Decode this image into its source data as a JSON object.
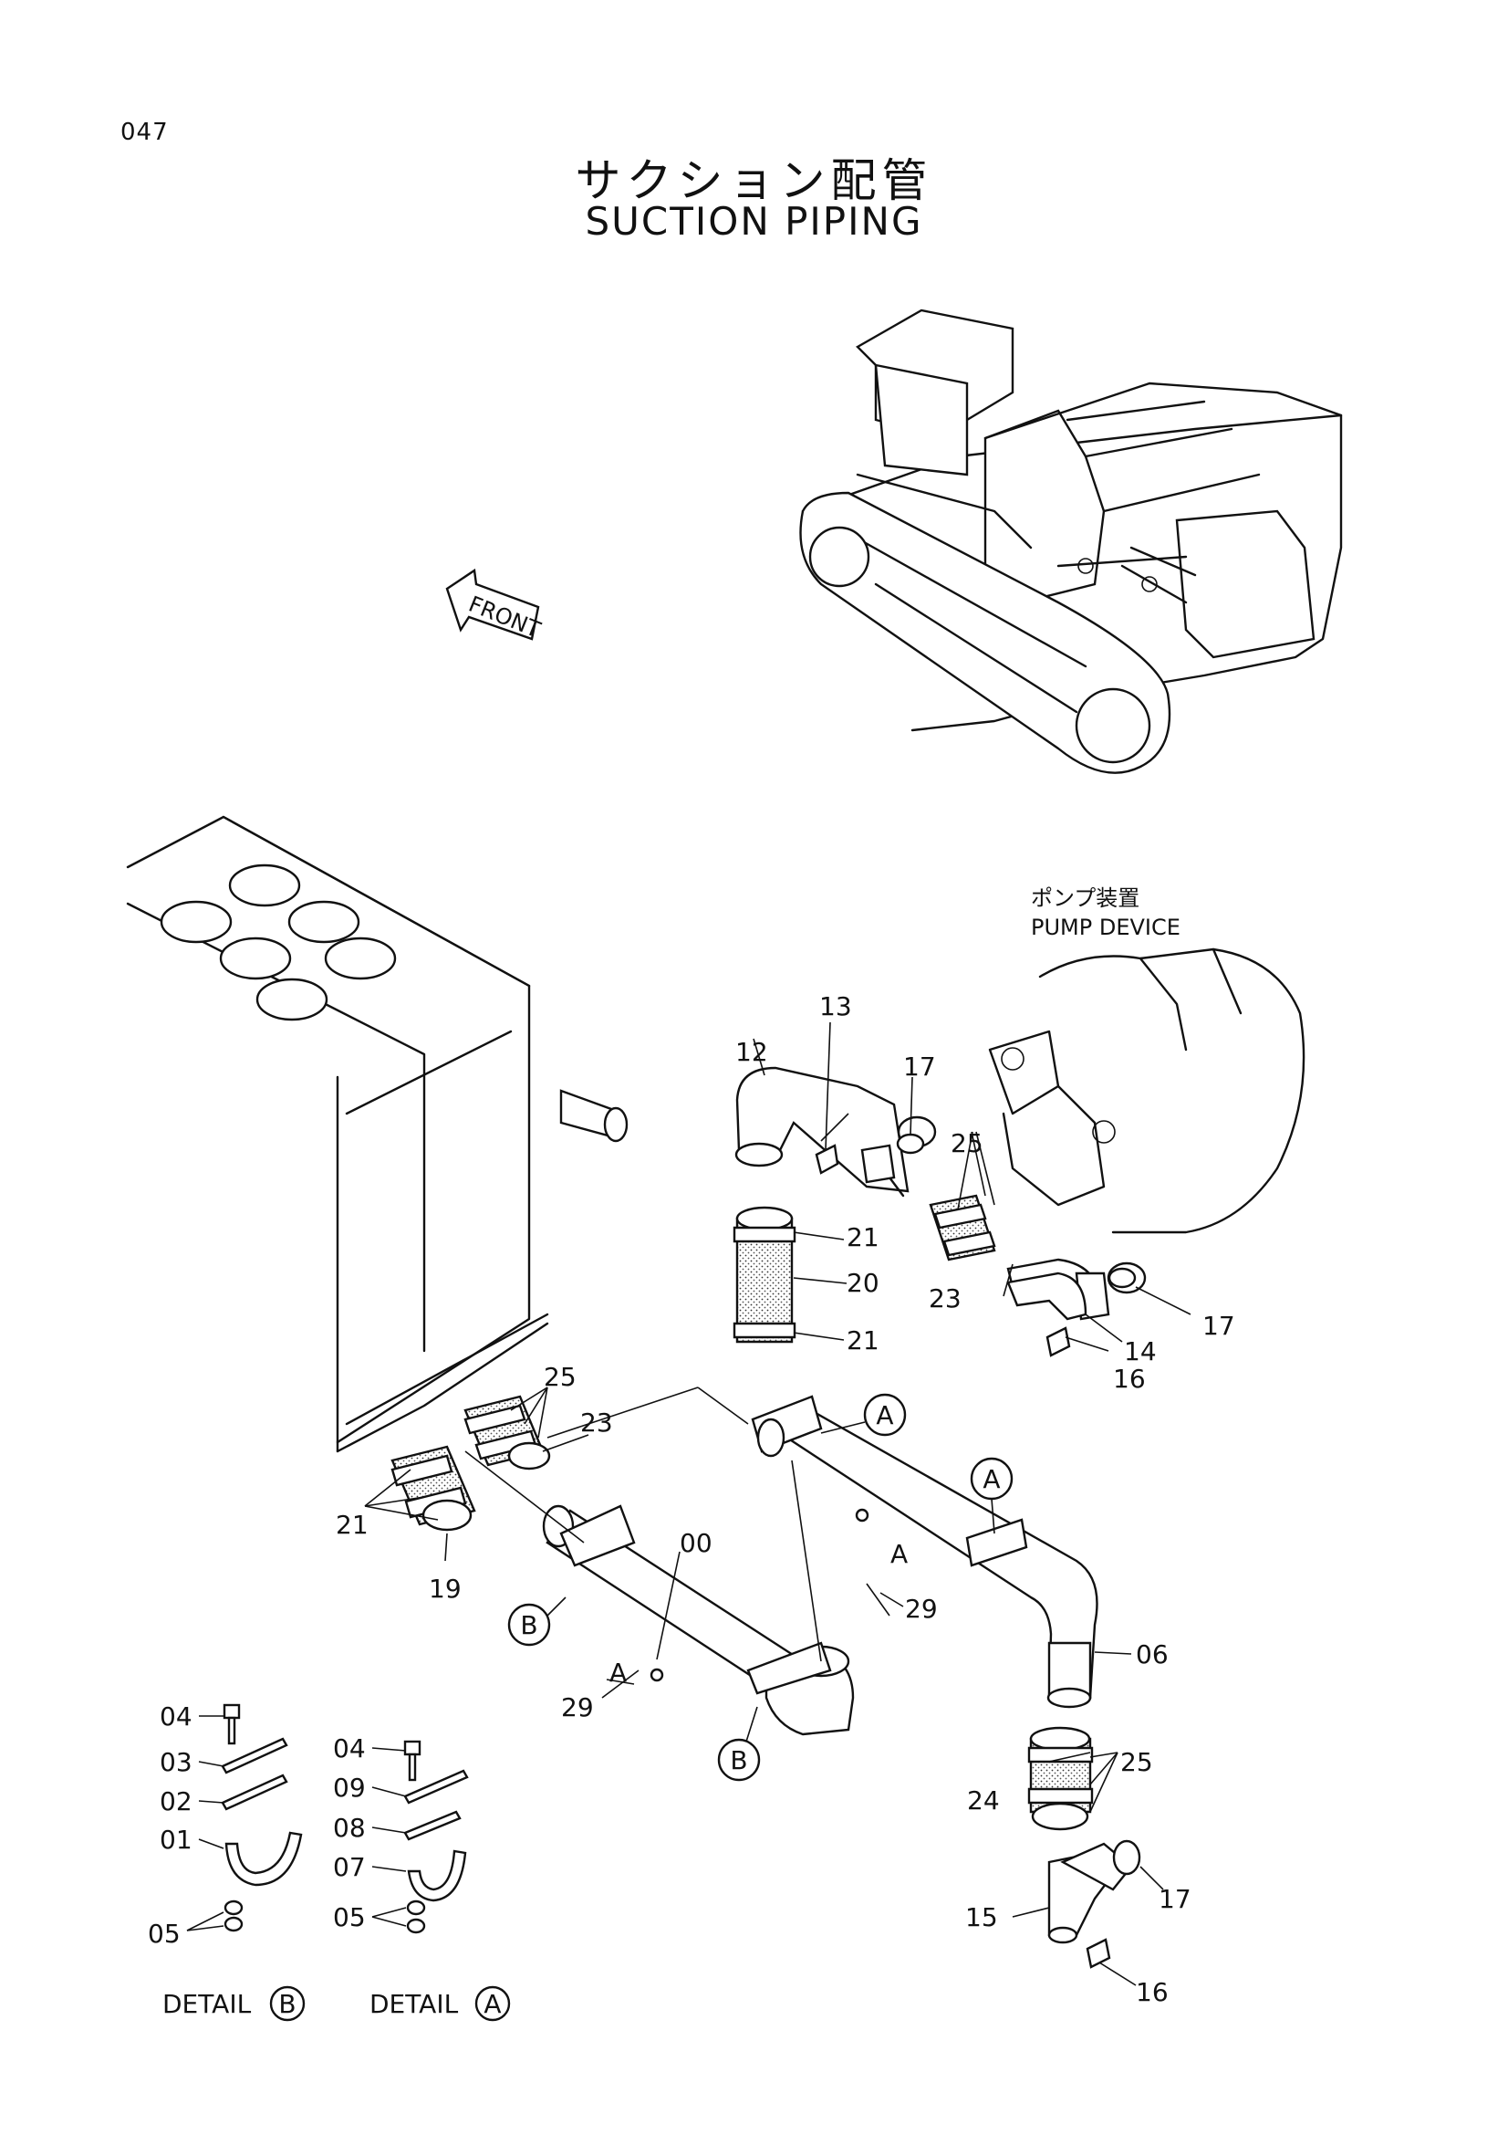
{
  "page_number": "047",
  "title_jp": "サクション配管",
  "title_en": "SUCTION PIPING",
  "front_arrow": "FRONT",
  "pump_device_jp": "ポンプ装置",
  "pump_device_en": "PUMP DEVICE",
  "parts": {
    "p00": "00",
    "p01": "01",
    "p02": "02",
    "p03": "03",
    "p04a": "04",
    "p04b": "04",
    "p05a": "05",
    "p05b": "05",
    "p06": "06",
    "p07": "07",
    "p08": "08",
    "p09": "09",
    "p12": "12",
    "p13": "13",
    "p14": "14",
    "p15": "15",
    "p16a": "16",
    "p16b": "16",
    "p17a": "17",
    "p17b": "17",
    "p17c": "17",
    "p19": "19",
    "p20": "20",
    "p21a": "21",
    "p21b": "21",
    "p21c": "21",
    "p23a": "23",
    "p23b": "23",
    "p24": "24",
    "p25a": "25",
    "p25b": "25",
    "p25c": "25",
    "p29a": "29",
    "p29b": "29"
  },
  "callouts": {
    "A1": "A",
    "A2": "A",
    "A3": "A",
    "A4": "A",
    "B1": "B",
    "B2": "B"
  },
  "details": {
    "label": "DETAIL",
    "b": "B",
    "a": "A"
  }
}
